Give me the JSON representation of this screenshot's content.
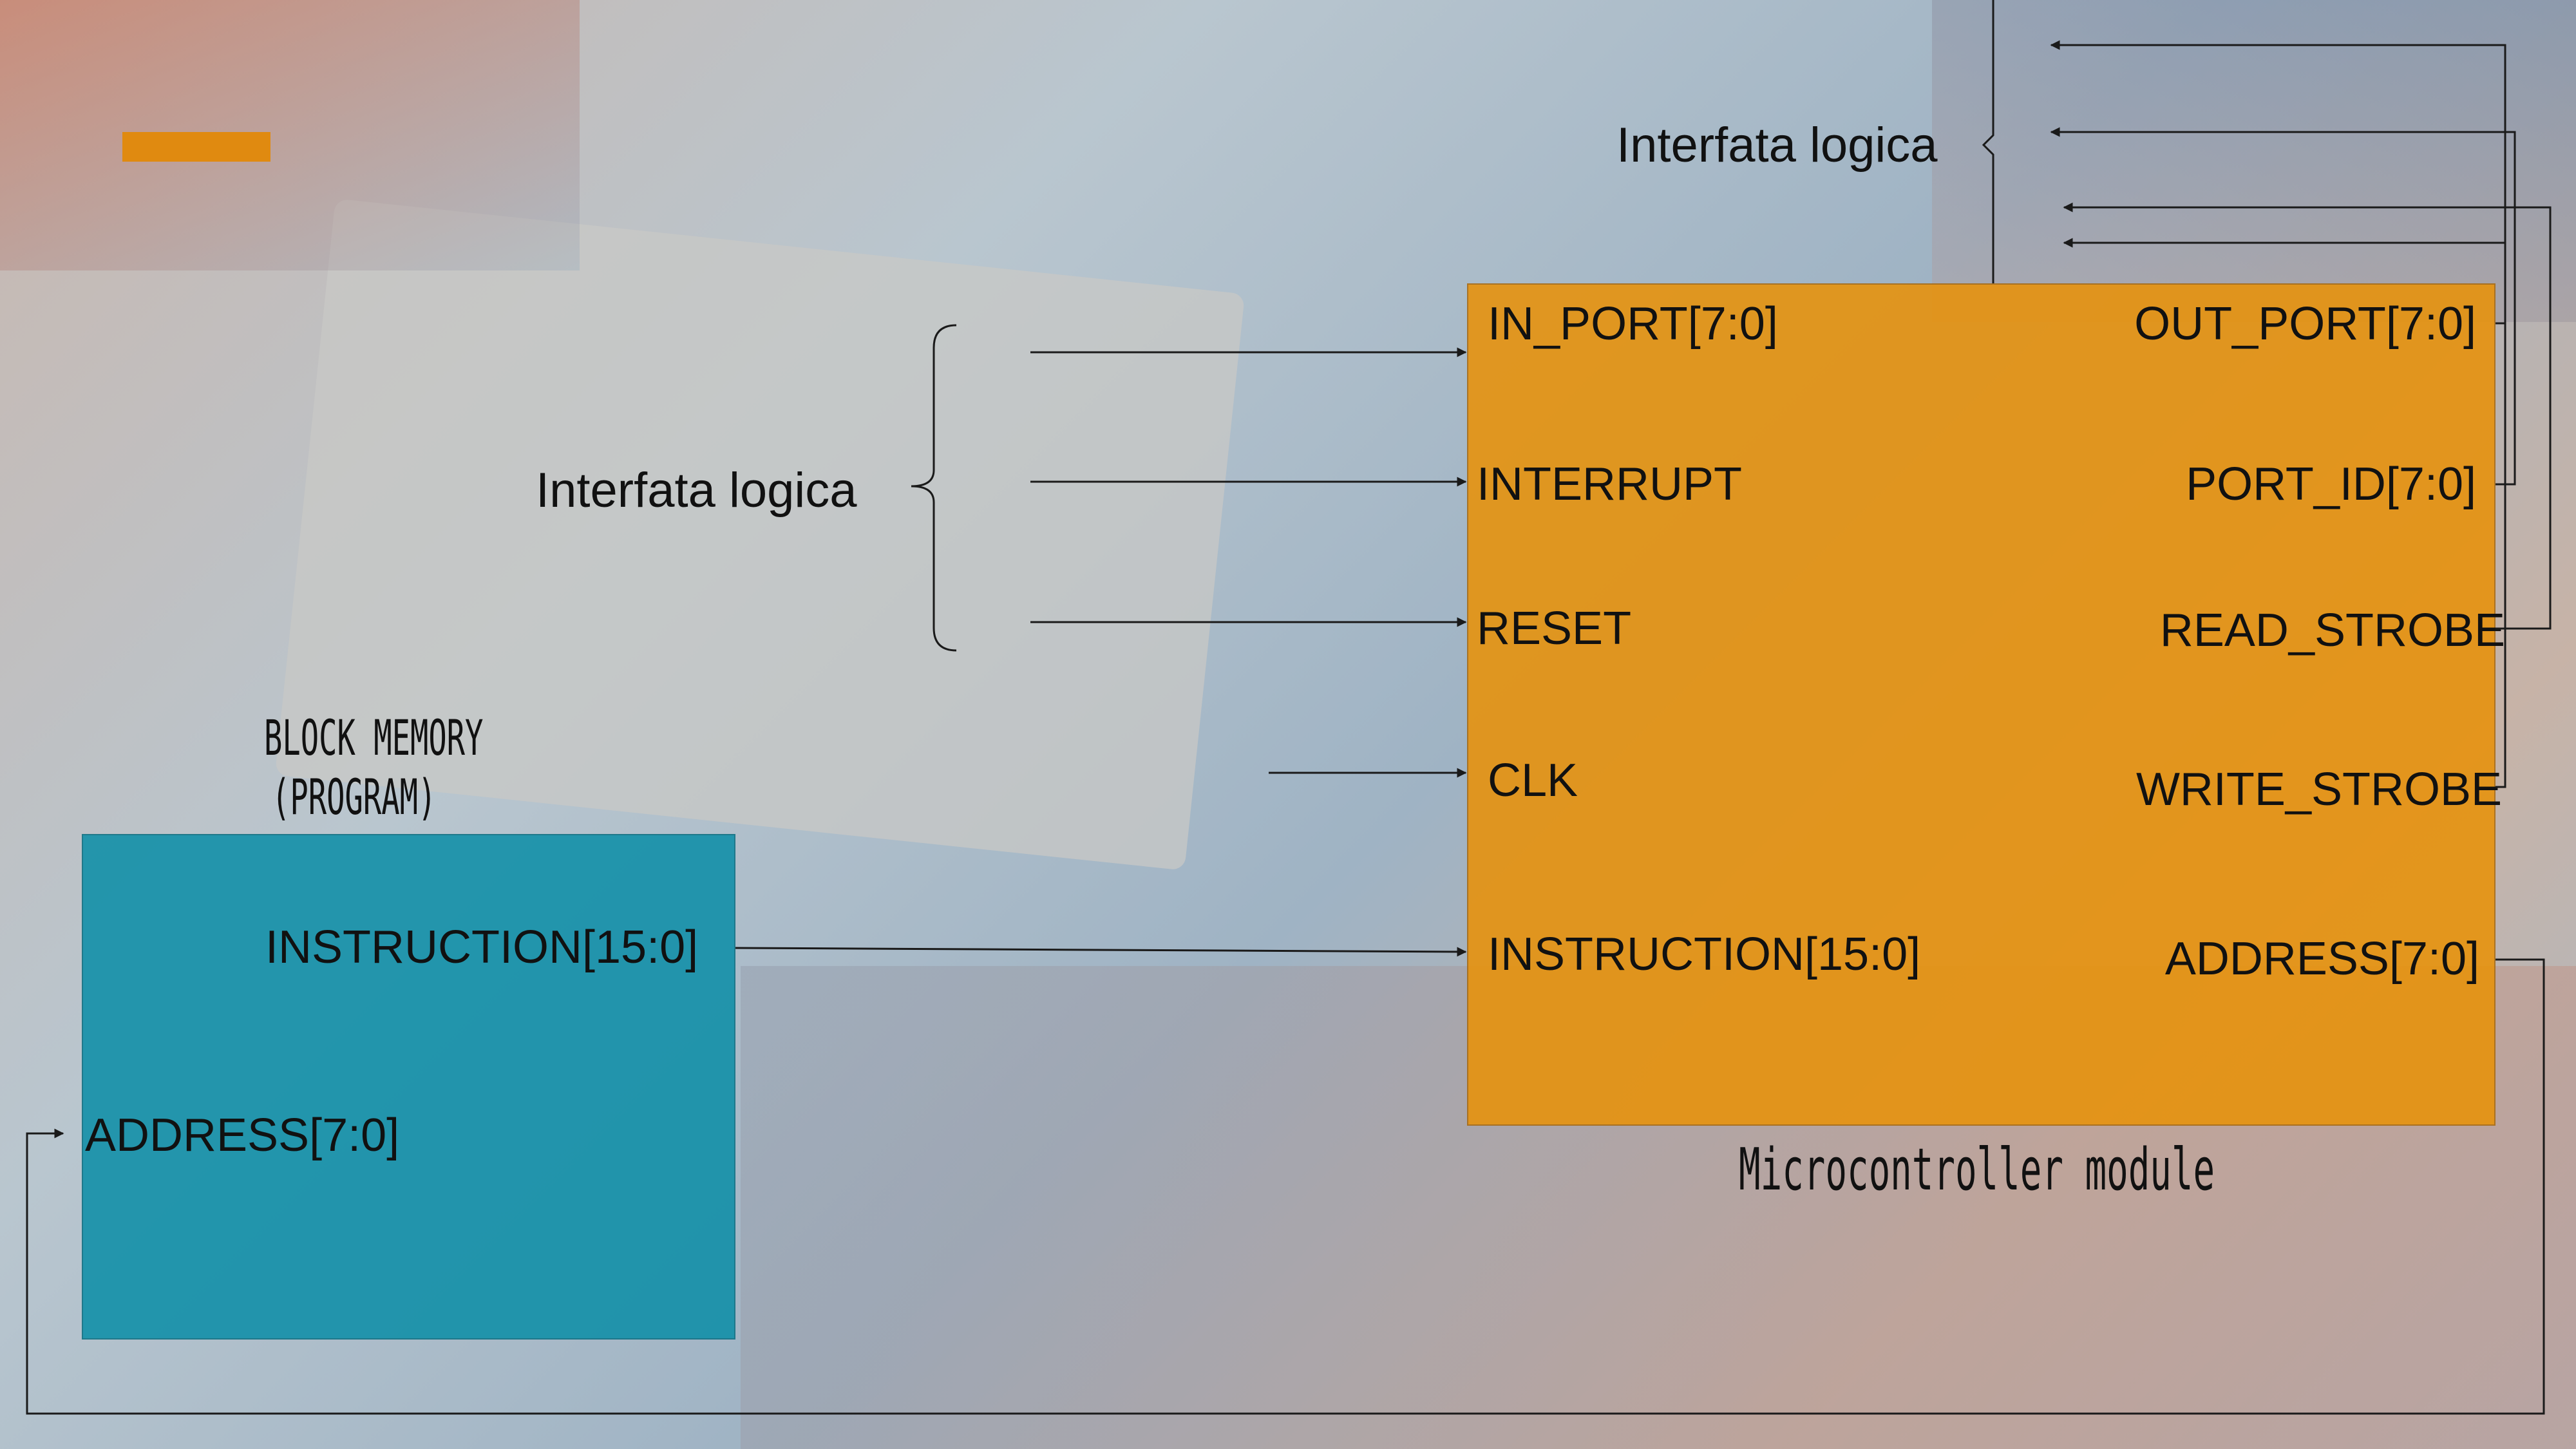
{
  "diagram": {
    "memory_block": {
      "title_line1": "BLOCK MEMORY",
      "title_line2": "(PROGRAM)",
      "ports": {
        "instruction": "INSTRUCTION[15:0]",
        "address": "ADDRESS[7:0]"
      }
    },
    "microcontroller": {
      "caption": "Microcontroller module",
      "inputs": {
        "in_port": "IN_PORT[7:0]",
        "interrupt": "INTERRUPT",
        "reset": "RESET",
        "clk": "CLK",
        "instruction": "INSTRUCTION[15:0]"
      },
      "outputs": {
        "out_port": "OUT_PORT[7:0]",
        "port_id": "PORT_ID[7:0]",
        "read_strobe": "READ_STROBE",
        "write_strobe": "WRITE_STROBE",
        "address": "ADDRESS[7:0]"
      }
    },
    "logic_interface_left": "Interfata logica",
    "logic_interface_top": "Interfata logica"
  },
  "colors": {
    "memory_block": "#0f8fa8",
    "microcontroller": "#e8920a",
    "accent_bar": "#e08a10",
    "wire": "#1a1a1a"
  }
}
